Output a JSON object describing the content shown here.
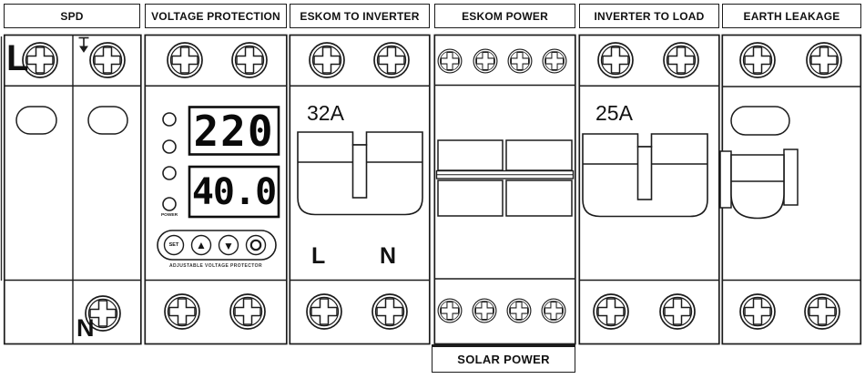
{
  "colors": {
    "background": "#ffffff",
    "line": "#1c1c1c",
    "text": "#111111"
  },
  "modules": [
    {
      "key": "spd",
      "title": "SPD",
      "live_label": "L",
      "neutral_label": "N"
    },
    {
      "key": "voltage-protection",
      "title": "VOLTAGE PROTECTION",
      "voltage_display": "220",
      "trip_display": "40.0",
      "power_led_label": "POWER",
      "set_button_label": "SET",
      "up_button_icon": "▲",
      "down_button_icon": "▼",
      "caption": "ADJUSTABLE VOLTAGE PROTECTOR"
    },
    {
      "key": "eskom-to-inverter",
      "title": "ESKOM TO INVERTER",
      "rating": "32A",
      "live_label": "L",
      "neutral_label": "N"
    },
    {
      "key": "eskom-power",
      "title": "ESKOM POWER",
      "bottom_label": "SOLAR POWER"
    },
    {
      "key": "inverter-to-load",
      "title": "INVERTER TO LOAD",
      "rating": "25A"
    },
    {
      "key": "earth-leakage",
      "title": "EARTH LEAKAGE"
    }
  ],
  "icons": {
    "terminal_screw": "phillips-screw-head",
    "earth_mark": "down-arrow-earth",
    "test_button": "oval-button",
    "breaker_toggle": "vertical-toggle"
  }
}
